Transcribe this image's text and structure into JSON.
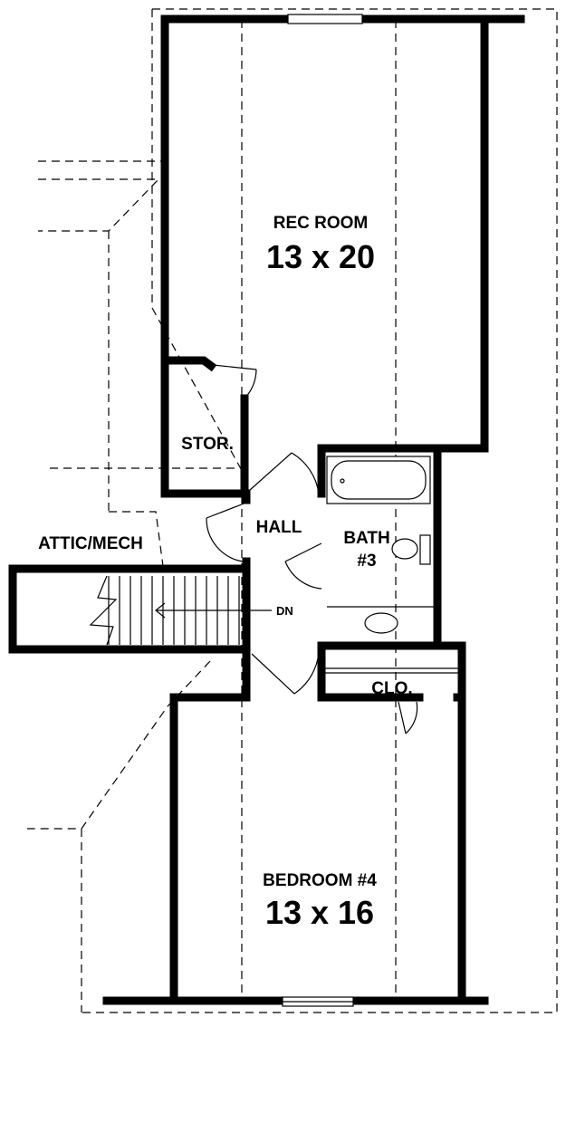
{
  "rooms": {
    "rec_room": {
      "name": "REC ROOM",
      "size": "13 x 20"
    },
    "storage": {
      "name": "STOR."
    },
    "hall": {
      "name": "HALL"
    },
    "attic": {
      "name": "ATTIC/MECH"
    },
    "bath": {
      "name": "BATH",
      "number": "#3"
    },
    "closet": {
      "name": "CLO."
    },
    "bedroom": {
      "name": "BEDROOM #4",
      "size": "13 x 16"
    }
  },
  "stairs": {
    "direction": "DN"
  }
}
